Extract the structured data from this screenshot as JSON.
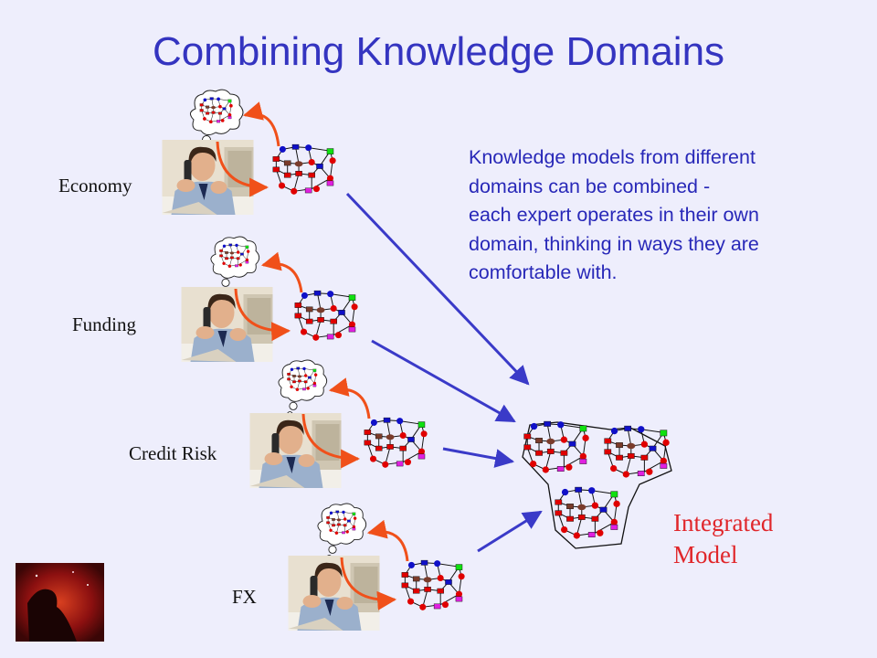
{
  "slide": {
    "title": "Combining Knowledge Domains",
    "description": [
      "Knowledge models from different",
      "domains can be combined -",
      "each expert operates in their own",
      "domain, thinking in ways they are",
      "comfortable with."
    ],
    "domains": [
      {
        "label": "Economy"
      },
      {
        "label": "Funding"
      },
      {
        "label": "Credit Risk"
      },
      {
        "label": "FX"
      }
    ],
    "integrated": [
      "Integrated",
      "Model"
    ]
  },
  "colors": {
    "title": "#3434c0",
    "text": "#2828b8",
    "integrated": "#e0262a",
    "arrow_blue": "#3a3ac8",
    "arrow_orange": "#f0501a",
    "node_red": "#e00000",
    "node_blue": "#1010c8",
    "node_green": "#10e010",
    "node_magenta": "#e020e0",
    "node_brown": "#7a3b2b"
  },
  "icons": [
    "expert-photo",
    "thought-bubble",
    "network-graph",
    "nebula-logo"
  ]
}
